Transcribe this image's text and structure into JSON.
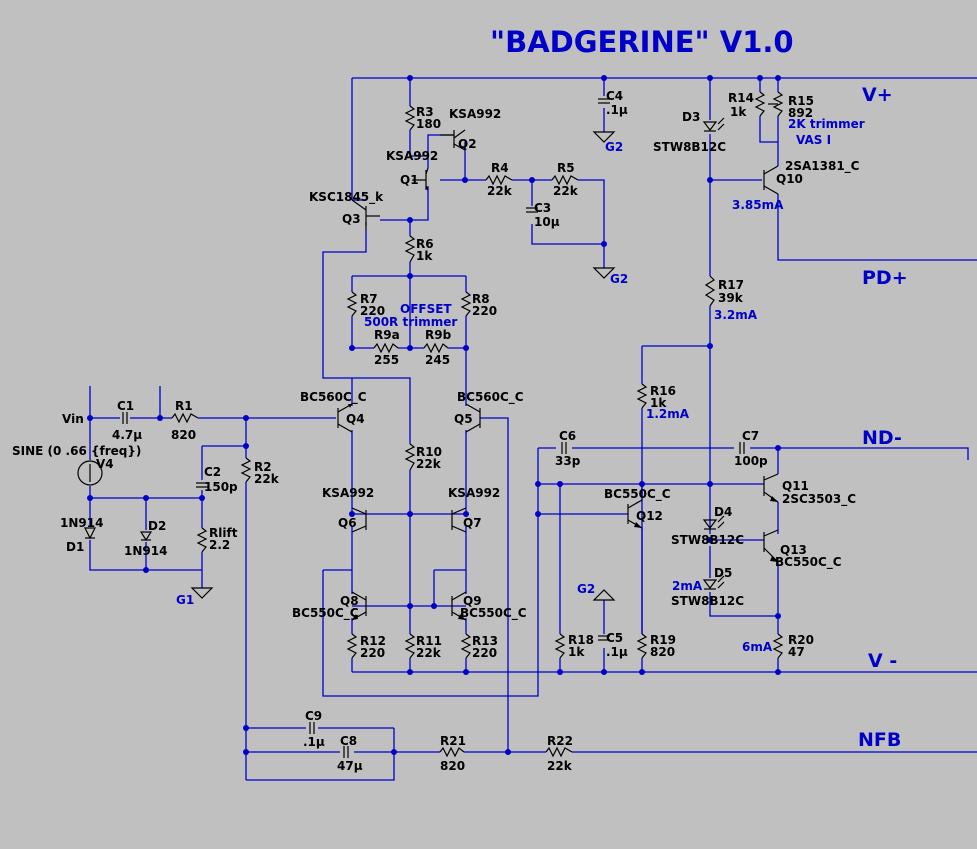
{
  "title": "\"BADGERINE\" V1.0",
  "nets": {
    "vplus": "V+",
    "pdplus": "PD+",
    "ndminus": "ND-",
    "vminus": "V -",
    "nfb": "NFB",
    "g1": "G1",
    "g2a": "G2",
    "g2b": "G2",
    "g2c": "G2",
    "vin": "Vin"
  },
  "components": {
    "r1": {
      "name": "R1",
      "value": "820"
    },
    "r2": {
      "name": "R2",
      "value": "22k"
    },
    "r3": {
      "name": "R3",
      "value": "180"
    },
    "r4": {
      "name": "R4",
      "value": "22k"
    },
    "r5": {
      "name": "R5",
      "value": "22k"
    },
    "r6": {
      "name": "R6",
      "value": "1k"
    },
    "r7": {
      "name": "R7",
      "value": "220"
    },
    "r8": {
      "name": "R8",
      "value": "220"
    },
    "r9a": {
      "name": "R9a",
      "value": "255"
    },
    "r9b": {
      "name": "R9b",
      "value": "245"
    },
    "r10": {
      "name": "R10",
      "value": "22k"
    },
    "r11": {
      "name": "R11",
      "value": "22k"
    },
    "r12": {
      "name": "R12",
      "value": "220"
    },
    "r13": {
      "name": "R13",
      "value": "220"
    },
    "r14": {
      "name": "R14",
      "value": "1k"
    },
    "r15": {
      "name": "R15",
      "value": "892"
    },
    "r16": {
      "name": "R16",
      "value": "1k"
    },
    "r17": {
      "name": "R17",
      "value": "39k"
    },
    "r18": {
      "name": "R18",
      "value": "1k"
    },
    "r19": {
      "name": "R19",
      "value": "820"
    },
    "r20": {
      "name": "R20",
      "value": "47"
    },
    "r21": {
      "name": "R21",
      "value": "820"
    },
    "r22": {
      "name": "R22",
      "value": "22k"
    },
    "rlift": {
      "name": "Rlift",
      "value": "2.2"
    },
    "c1": {
      "name": "C1",
      "value": "4.7µ"
    },
    "c2": {
      "name": "C2",
      "value": "150p"
    },
    "c3": {
      "name": "C3",
      "value": "10µ"
    },
    "c4": {
      "name": "C4",
      "value": ".1µ"
    },
    "c5": {
      "name": "C5",
      "value": ".1µ"
    },
    "c6": {
      "name": "C6",
      "value": "33p"
    },
    "c7": {
      "name": "C7",
      "value": "100p"
    },
    "c8": {
      "name": "C8",
      "value": "47µ"
    },
    "c9": {
      "name": "C9",
      "value": ".1µ"
    },
    "d1": {
      "name": "D1",
      "value": "1N914"
    },
    "d2": {
      "name": "D2",
      "value": "1N914"
    },
    "d3": {
      "name": "D3",
      "value": "STW8B12C"
    },
    "d4": {
      "name": "D4",
      "value": "STW8B12C"
    },
    "d5": {
      "name": "D5",
      "value": "STW8B12C"
    },
    "q1": {
      "name": "Q1",
      "value": "KSA992"
    },
    "q2": {
      "name": "Q2",
      "value": "KSA992"
    },
    "q3": {
      "name": "Q3",
      "value": "KSC1845_k"
    },
    "q4": {
      "name": "Q4",
      "value": "BC560C_C"
    },
    "q5": {
      "name": "Q5",
      "value": "BC560C_C"
    },
    "q6": {
      "name": "Q6",
      "value": "KSA992"
    },
    "q7": {
      "name": "Q7",
      "value": "KSA992"
    },
    "q8": {
      "name": "Q8",
      "value": "BC550C_C"
    },
    "q9": {
      "name": "Q9",
      "value": "BC550C_C"
    },
    "q10": {
      "name": "Q10",
      "value": "2SA1381_C"
    },
    "q11": {
      "name": "Q11",
      "value": "2SC3503_C"
    },
    "q12": {
      "name": "Q12",
      "value": "BC550C_C"
    },
    "q13": {
      "name": "Q13",
      "value": "BC550C_C"
    },
    "v4": {
      "name": "V4",
      "value": "SINE (0 .66 {freq})"
    }
  },
  "annotations": {
    "offset": "OFFSET",
    "trimmer500": "500R trimmer",
    "trimmer2k": "2K trimmer",
    "vasi": "VAS I",
    "i_q10": "3.85mA",
    "i_r17": "3.2mA",
    "i_r16": "1.2mA",
    "i_d5": "2mA",
    "i_r20": "6mA"
  },
  "colors": {
    "background": "#c0c0c0",
    "wire": "#0000c8",
    "component": "#000000"
  }
}
